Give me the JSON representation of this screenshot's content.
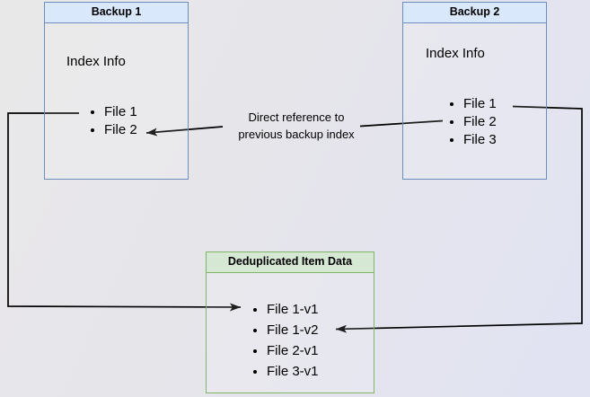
{
  "backup1": {
    "title": "Backup 1",
    "section_label": "Index Info",
    "files": [
      "File 1",
      "File 2"
    ]
  },
  "backup2": {
    "title": "Backup 2",
    "section_label": "Index Info",
    "files": [
      "File 1",
      "File 2",
      "File 3"
    ]
  },
  "dedup_store": {
    "title": "Deduplicated Item Data",
    "files": [
      "File 1-v1",
      "File 1-v2",
      "File 2-v1",
      "File 3-v1"
    ]
  },
  "annotations": {
    "direct_reference_label": {
      "line1": "Direct reference to",
      "line2": "previous backup index"
    }
  },
  "colors": {
    "blue_fill": "#dae8fc",
    "blue_stroke": "#6c8ebf",
    "green_fill": "#d5e8d4",
    "green_stroke": "#82b366",
    "connector": "#000000",
    "background_start": "#e9e8e9",
    "background_end": "#e1e3f3"
  }
}
